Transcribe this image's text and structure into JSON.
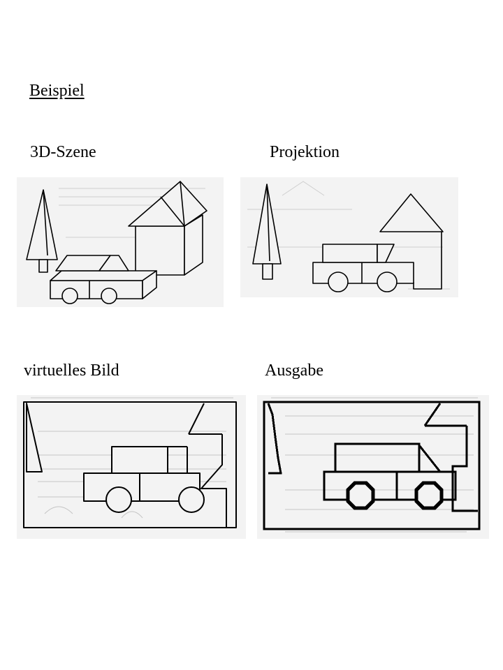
{
  "heading": "Beispiel",
  "panels": [
    {
      "label": "3D-Szene"
    },
    {
      "label": "Projektion"
    },
    {
      "label": "virtuelles Bild"
    },
    {
      "label": "Ausgabe"
    }
  ],
  "colors": {
    "paper": "#f3f3f3",
    "ink": "#000000",
    "ghost": "#c8c8c8"
  }
}
